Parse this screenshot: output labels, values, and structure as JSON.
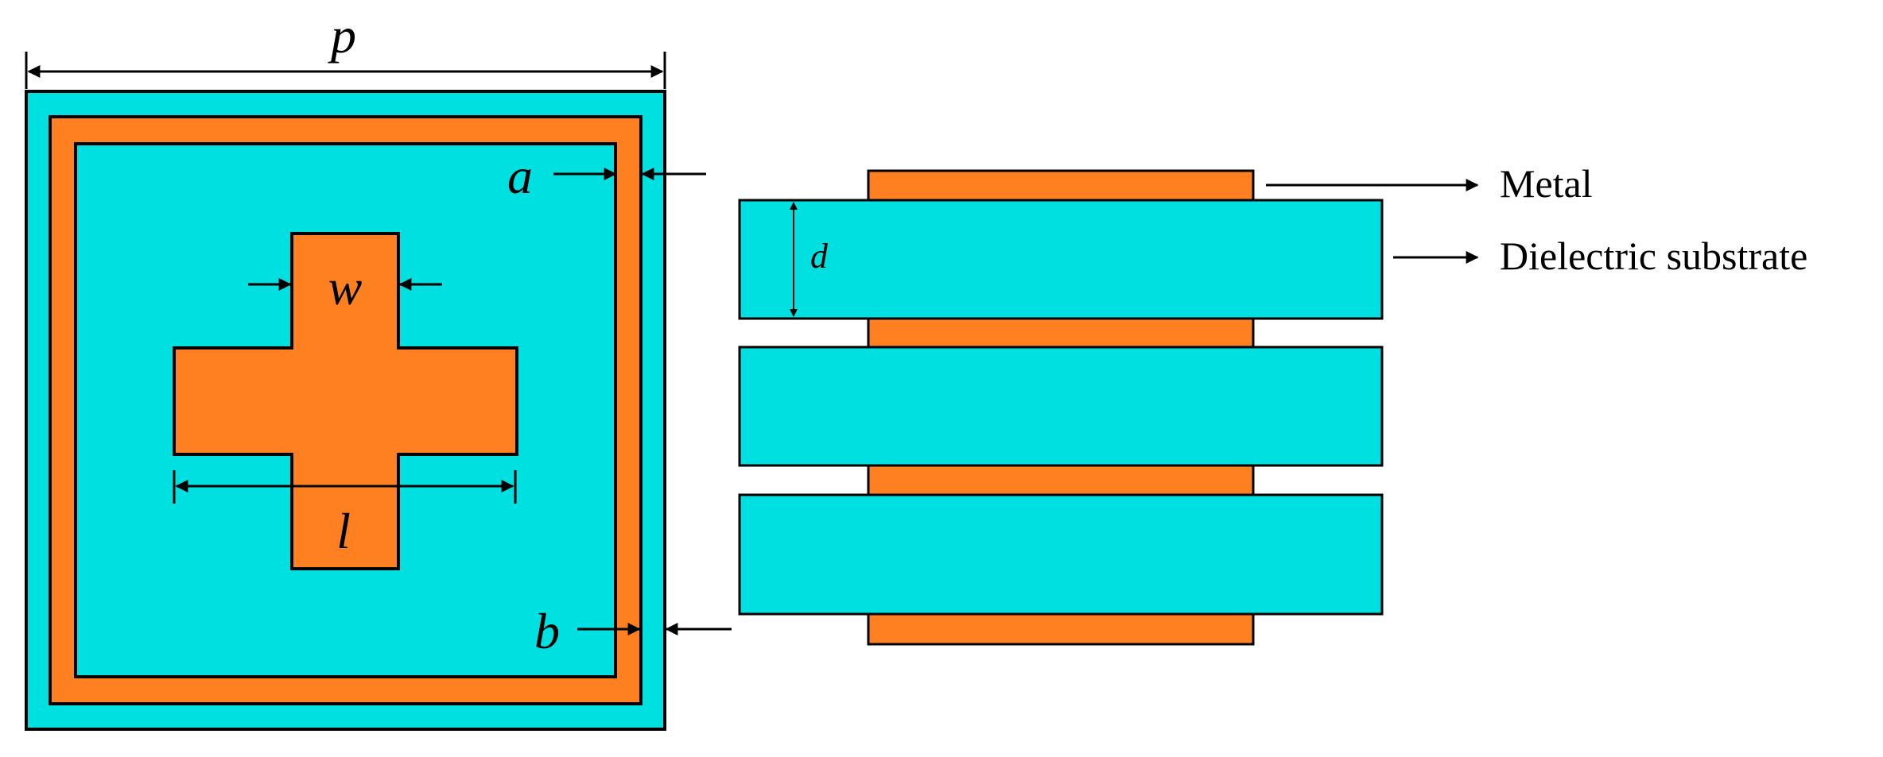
{
  "labels": {
    "p": "p",
    "a": "a",
    "b": "b",
    "w": "w",
    "l": "l",
    "d": "d",
    "metal": "Metal",
    "dielectric": "Dielectric substrate"
  },
  "colors": {
    "dielectric": "#00E0E0",
    "metal": "#FF8020",
    "outline": "#000000",
    "background": "#FFFFFF"
  }
}
